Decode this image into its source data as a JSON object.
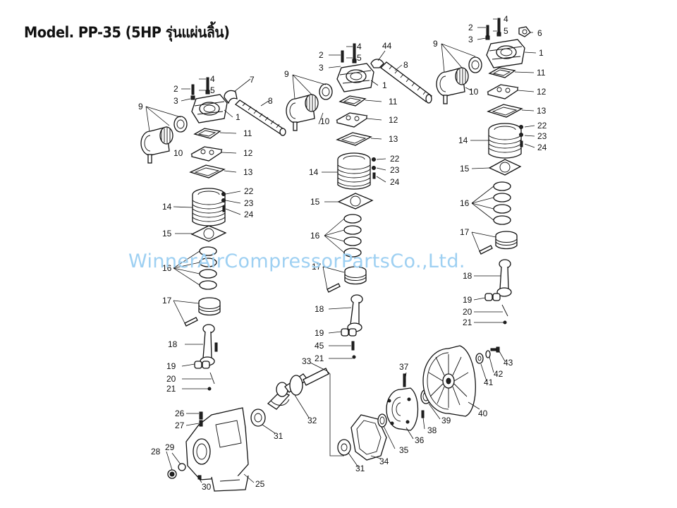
{
  "title": "Model. PP-35 (5HP รุ่นแผ่นลิ้น)",
  "watermark": "WinnerAirCompressorPartsCo.,Ltd.",
  "labels": {
    "n1": "1",
    "n2": "2",
    "n3": "3",
    "n4": "4",
    "n5": "5",
    "n6": "6",
    "n7": "7",
    "n8": "8",
    "n9": "9",
    "n10": "10",
    "n11": "11",
    "n12": "12",
    "n13": "13",
    "n14": "14",
    "n15": "15",
    "n16": "16",
    "n17": "17",
    "n18": "18",
    "n19": "19",
    "n20": "20",
    "n21": "21",
    "n22": "22",
    "n23": "23",
    "n24": "24",
    "n25": "25",
    "n26": "26",
    "n27": "27",
    "n28": "28",
    "n29": "29",
    "n30": "30",
    "n31": "31",
    "n32": "32",
    "n33": "33",
    "n34": "34",
    "n35": "35",
    "n36": "36",
    "n37": "37",
    "n38": "38",
    "n39": "39",
    "n40": "40",
    "n41": "41",
    "n42": "42",
    "n43": "43",
    "n44": "44",
    "n45": "45"
  }
}
